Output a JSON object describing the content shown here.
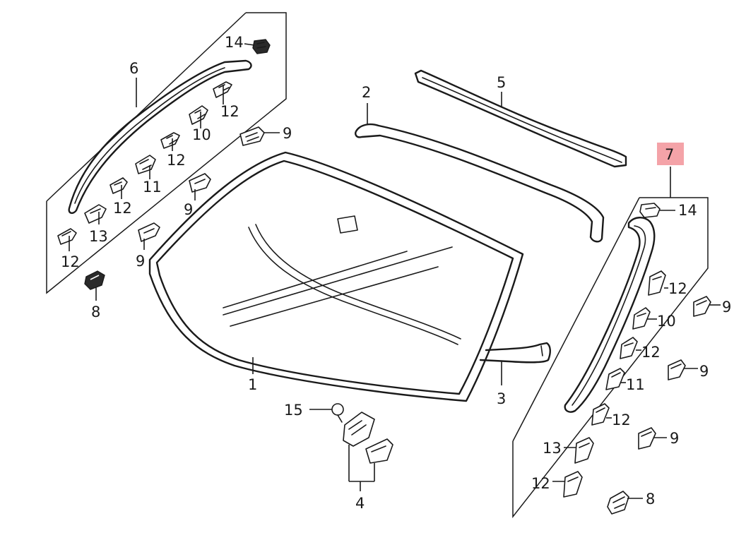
{
  "labels": {
    "windshield": "1",
    "upper_dam_rubber": "2",
    "lower_dam_rubber": "3",
    "bracket_set": "4",
    "roof_molding": "5",
    "left_side_molding": "6",
    "right_side_molding_group": "7",
    "clip_8": "8",
    "clip_9": "9",
    "clip_10": "10",
    "clip_11": "11",
    "clip_12": "12",
    "clip_13": "13",
    "clip_14": "14",
    "bolt_15": "15"
  },
  "highlight": {
    "label_7_bg": "#f4a3a8",
    "label_7_border": "#e07b82"
  },
  "colors": {
    "line": "#1a1a1a",
    "background": "#ffffff"
  }
}
